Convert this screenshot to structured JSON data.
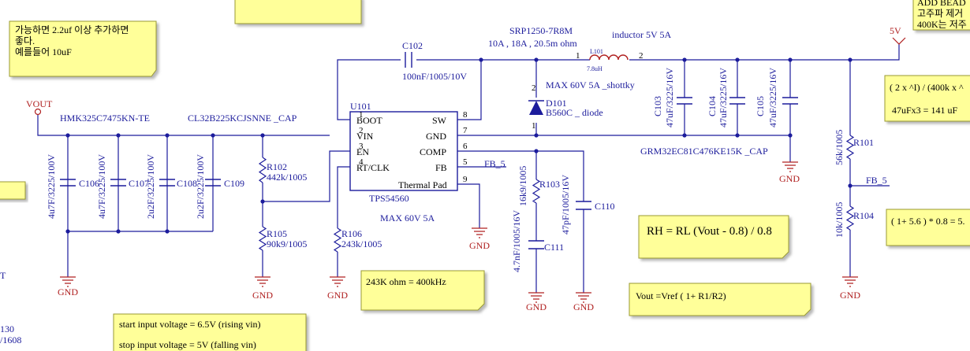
{
  "colors": {
    "wire": "#1c1c9c",
    "text": "#1c1c9c",
    "power": "#b02020",
    "note_fill": "#ffff99",
    "note_border": "#9a9a30",
    "pin_text": "#000000"
  },
  "nets": {
    "vout": "VOUT",
    "v5": "5V",
    "fb_main": "FB_5",
    "fb_right": "FB_5",
    "gnd": "GND"
  },
  "ic": {
    "ref": "U101",
    "part": "TPS54560",
    "rating": "MAX 60V 5A",
    "pins_left": [
      {
        "num": "1",
        "name": "BOOT"
      },
      {
        "num": "2",
        "name": "VIN"
      },
      {
        "num": "3",
        "name": "EN"
      },
      {
        "num": "4",
        "name": "RT/CLK"
      }
    ],
    "pins_right": [
      {
        "num": "8",
        "name": "SW"
      },
      {
        "num": "7",
        "name": "GND"
      },
      {
        "num": "6",
        "name": "COMP"
      },
      {
        "num": "5",
        "name": "FB"
      },
      {
        "num": "9",
        "name": "Thermal Pad"
      }
    ]
  },
  "components": {
    "c102": {
      "ref": "C102",
      "value": "100nF/1005/10V"
    },
    "inductor": {
      "ref": "L101",
      "value": "7.8uH",
      "pin1": "1",
      "pin2": "2",
      "part": "SRP1250-7R8M",
      "spec": "10A , 18A , 20.5m ohm",
      "desc": "inductor 5V 5A"
    },
    "d101": {
      "ref": "D101",
      "value": "B560C _ diode",
      "note": "MAX 60V 5A _shottky",
      "pin1": "1",
      "pin2": "2"
    },
    "c103": {
      "ref": "C103",
      "value": "47uF/3225/16V"
    },
    "c104": {
      "ref": "C104",
      "value": "47uF/3225/16V"
    },
    "c105": {
      "ref": "C105",
      "value": "47uF/3225/16V"
    },
    "out_cap_part": "GRM32EC81C476KE15K _CAP",
    "c106": {
      "ref": "C106",
      "value": "4u7F/3225/100V"
    },
    "c107": {
      "ref": "C107",
      "value": "4u7F/3225/100V"
    },
    "c108": {
      "ref": "C108",
      "value": "2u2F/3225/100V"
    },
    "c109": {
      "ref": "C109",
      "value": "2u2F/3225/100V"
    },
    "in_cap_part1": "HMK325C7475KN-TE",
    "in_cap_part2": "CL32B225KCJSNNE _CAP",
    "r102": {
      "ref": "R102",
      "value": "442k/1005"
    },
    "r105": {
      "ref": "R105",
      "value": "90k9/1005"
    },
    "r106": {
      "ref": "R106",
      "value": "243k/1005"
    },
    "r103": {
      "ref": "R103",
      "value": "16k9/1005"
    },
    "c111": {
      "ref": "C111",
      "value": "4.7nF/1005/16V"
    },
    "c110": {
      "ref": "C110",
      "value": "47pF/1005/16V"
    },
    "r101": {
      "ref": "R101",
      "value": "56k/1005"
    },
    "r104": {
      "ref": "R104",
      "value": "10k/1005"
    }
  },
  "notes": {
    "top_left": [
      "가능하면 2.2uf 이상 추가하면",
      "좋다.",
      "예를들어 10uF"
    ],
    "top_right": [
      "ADD BEAD",
      "고주파 제거",
      "400K는 저주"
    ],
    "right_calc1": [
      "( 2 x ^I) / (400k x ^",
      "47uFx3 = 141 uF"
    ],
    "right_calc2": [
      "( 1+ 5.6 ) * 0.8 = 5."
    ],
    "rh_formula": "RH = RL (Vout - 0.8) / 0.8",
    "vout_formula": "Vout =Vref ( 1+  R1/R2)",
    "freq": "243K ohm = 400kHz",
    "bottom_left": [
      "start input voltage = 6.5V (rising vin)",
      "stop input voltage = 5V (falling vin)"
    ],
    "edge_left": [
      "T",
      "130",
      "/1608"
    ]
  }
}
